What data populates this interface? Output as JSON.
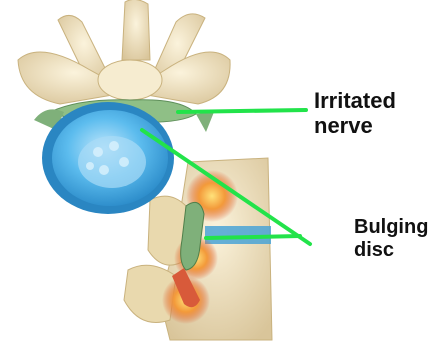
{
  "labels": {
    "irritated_nerve": {
      "line1": "Irritated",
      "line2": "nerve"
    },
    "bulging_disc": {
      "line1": "Bulging",
      "line2": "disc"
    }
  },
  "colors": {
    "leader_line": "#22e34a",
    "disc_blue": "#3aa6e0",
    "bone": "#efe3c2",
    "nerve_green": "#7fb07a",
    "inflammation": "#e8642a"
  }
}
